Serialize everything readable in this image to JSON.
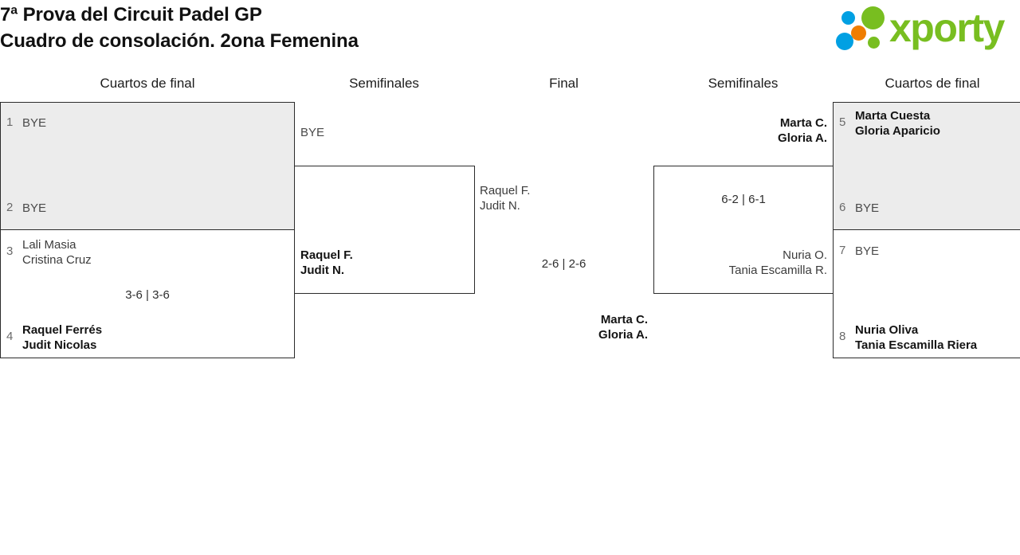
{
  "header": {
    "title_line1": "7ª Prova del Circuit Padel GP",
    "title_line2": "Cuadro de consolación. 2ona Femenina",
    "logo_text": "xporty",
    "logo_colors": {
      "green": "#78be20",
      "blue": "#00a0e3",
      "orange": "#ef7d00"
    }
  },
  "rounds": [
    {
      "label": "Cuartos de final",
      "side": "left"
    },
    {
      "label": "Semifinales",
      "side": "left"
    },
    {
      "label": "Final",
      "side": "center"
    },
    {
      "label": "Semifinales",
      "side": "right"
    },
    {
      "label": "Cuartos de final",
      "side": "right"
    }
  ],
  "bracket": {
    "left_quarterfinals": [
      {
        "match": 1,
        "shaded": true,
        "top": {
          "seed": "1",
          "line1": "BYE",
          "line2": "",
          "state": "bye"
        },
        "bottom": {
          "seed": "2",
          "line1": "BYE",
          "line2": "",
          "state": "bye"
        },
        "score": ""
      },
      {
        "match": 2,
        "shaded": false,
        "top": {
          "seed": "3",
          "line1": "Lali Masia",
          "line2": "Cristina Cruz",
          "state": "loser"
        },
        "bottom": {
          "seed": "4",
          "line1": "Raquel Ferrés",
          "line2": "Judit Nicolas",
          "state": "winner"
        },
        "score": "3-6 | 3-6"
      }
    ],
    "left_semifinal": {
      "top": {
        "line1": "BYE",
        "line2": "",
        "state": "bye"
      },
      "bottom": {
        "line1": "Raquel F.",
        "line2": "Judit N.",
        "state": "winner"
      },
      "score": ""
    },
    "final": {
      "left_entry": {
        "line1": "Raquel F.",
        "line2": "Judit N.",
        "state": "loser"
      },
      "right_entry": {
        "line1": "Marta C.",
        "line2": "Gloria A.",
        "state": "winner"
      },
      "score": "2-6 | 2-6"
    },
    "right_semifinal": {
      "top": {
        "line1": "Marta C.",
        "line2": "Gloria A.",
        "state": "winner"
      },
      "bottom": {
        "line1": "Nuria O.",
        "line2": "Tania Escamilla R.",
        "state": "loser"
      },
      "score": "6-2 | 6-1"
    },
    "right_quarterfinals": [
      {
        "match": 1,
        "shaded": true,
        "top": {
          "seed": "5",
          "line1": "Marta Cuesta",
          "line2": "Gloria Aparicio",
          "state": "winner"
        },
        "bottom": {
          "seed": "6",
          "line1": "BYE",
          "line2": "",
          "state": "bye"
        },
        "score": ""
      },
      {
        "match": 2,
        "shaded": false,
        "top": {
          "seed": "7",
          "line1": "BYE",
          "line2": "",
          "state": "bye"
        },
        "bottom": {
          "seed": "8",
          "line1": "Nuria Oliva",
          "line2": "Tania Escamilla Riera",
          "state": "winner"
        },
        "score": ""
      }
    ]
  }
}
